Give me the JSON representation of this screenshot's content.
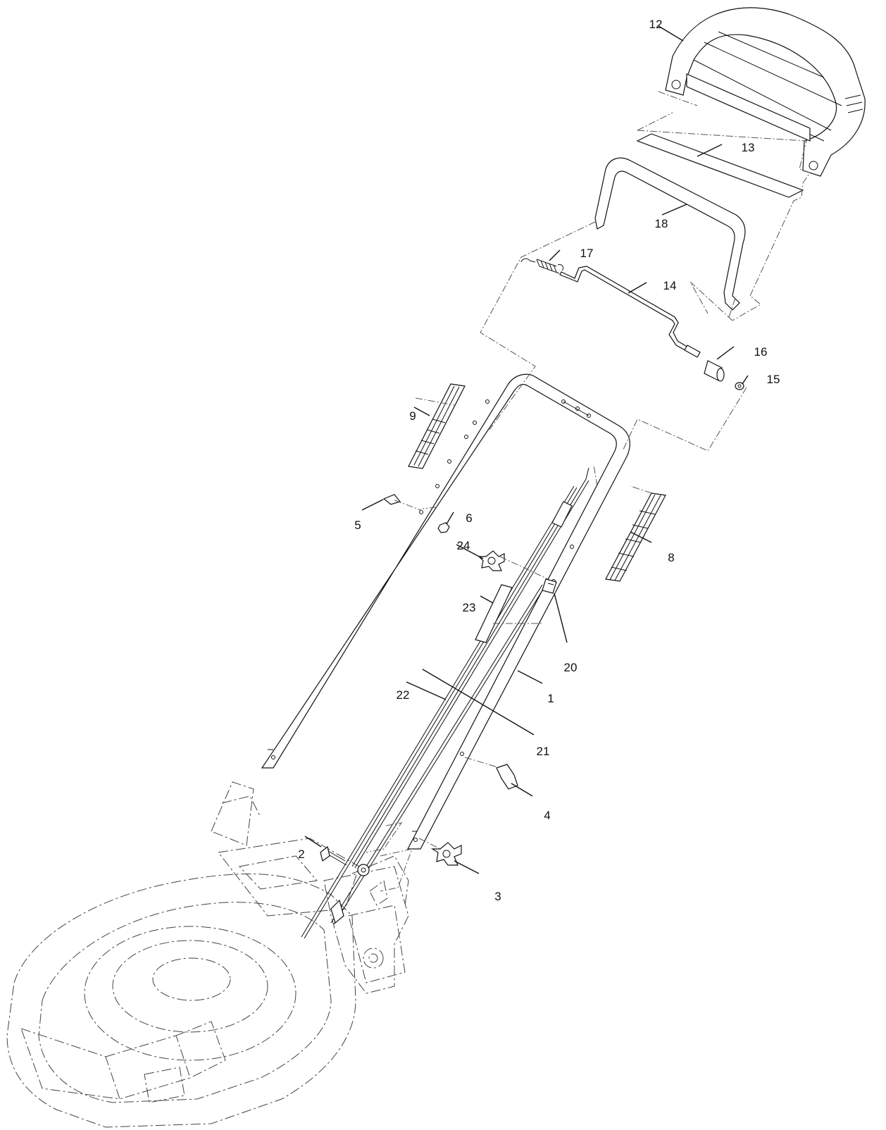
{
  "callouts": [
    {
      "id": "1",
      "label": "1"
    },
    {
      "id": "2",
      "label": "2"
    },
    {
      "id": "3",
      "label": "3"
    },
    {
      "id": "4",
      "label": "4"
    },
    {
      "id": "5",
      "label": "5"
    },
    {
      "id": "6",
      "label": "6"
    },
    {
      "id": "8",
      "label": "8"
    },
    {
      "id": "9",
      "label": "9"
    },
    {
      "id": "12",
      "label": "12"
    },
    {
      "id": "13",
      "label": "13"
    },
    {
      "id": "14",
      "label": "14"
    },
    {
      "id": "15",
      "label": "15"
    },
    {
      "id": "16",
      "label": "16"
    },
    {
      "id": "17",
      "label": "17"
    },
    {
      "id": "18",
      "label": "18"
    },
    {
      "id": "20",
      "label": "20"
    },
    {
      "id": "21",
      "label": "21"
    },
    {
      "id": "22",
      "label": "22"
    },
    {
      "id": "23",
      "label": "23"
    },
    {
      "id": "24",
      "label": "24"
    }
  ]
}
